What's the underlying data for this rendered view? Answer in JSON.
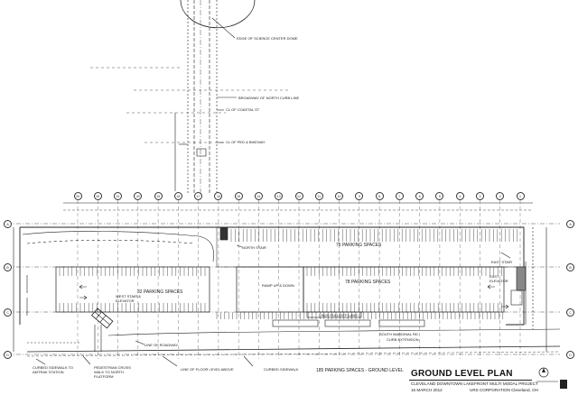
{
  "title": "GROUND LEVEL PLAN",
  "subtitle": "CLEVELAND DOWNTOWN LAKEFRONT MULTI MODAL PROJECT",
  "date": "16 MARCH 2012",
  "firm": "URS CORPORATION  Cleveland, OH",
  "parking_labels": {
    "top": "75 PARKING SPACES",
    "middle": "78 PARKING SPACES",
    "left": "32 PARKING SPACES",
    "total": "185 PARKING SPACES - GROUND LEVEL"
  },
  "annotations": {
    "dome_edge": "EDGE OF SCIENCE CENTER DOME",
    "north_curb": "BROADWAY OF NORTH CURB LINE",
    "cl_street": "CL OF COASTAL ST",
    "cl_ped": "CL OF PED & BIKEWAY",
    "north_stair": "NORTH STAIR",
    "west_stair": "WEST STAIR & ELEVATOR",
    "east_stair": "EAST STAIR",
    "elevator": "EAST ELEVATOR",
    "ramp": "RAMP UP & DOWN",
    "bus": "BUS PULL OFF LANE",
    "south_marginal": "SOUTH MARGINAL RD",
    "curb_ext": "CURB EXTENSION",
    "line_roadway": "LINE OF ROADWAY",
    "line_floor": "LINE OF FLOOR LEVEL ABOVE",
    "curbed_sidewalk": "CURBED SIDEWALK",
    "curbed_sidewalk_station": "CURBED SIDEWALK TO AMTRAK STATION",
    "pedestrian_walk": "PEDESTRIAN CROSS WALK TO NORTH PLATFORM"
  },
  "grid": {
    "columns": [
      "20",
      "20",
      "21",
      "20",
      "19",
      "18",
      "17",
      "16",
      "15",
      "14",
      "13",
      "12",
      "11",
      "10",
      "9",
      "8",
      "7",
      "6",
      "5",
      "4",
      "3",
      "2",
      "1"
    ],
    "rows": [
      "A",
      "B",
      "C",
      "D"
    ]
  }
}
